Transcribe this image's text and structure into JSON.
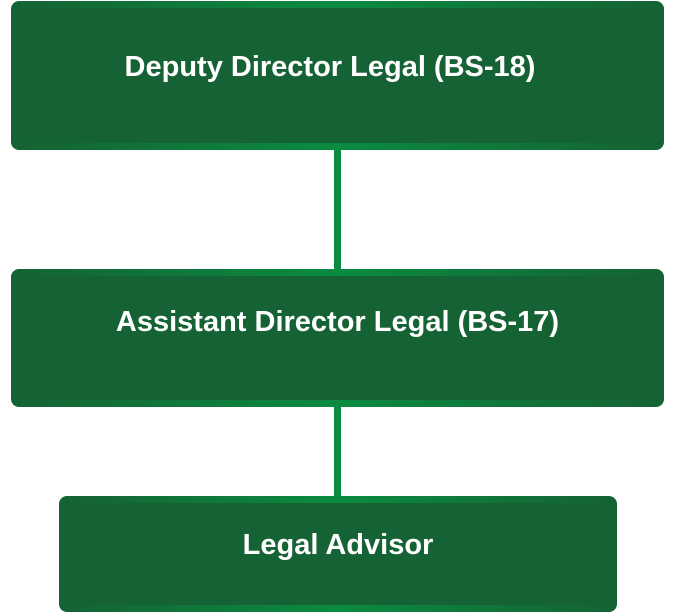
{
  "colors": {
    "box_fill": "#156234",
    "connector": "#0a8d42",
    "text": "#ffffff",
    "background": "#ffffff"
  },
  "org_chart": {
    "nodes": [
      {
        "label": "Deputy Director Legal (BS-18)"
      },
      {
        "label": "Assistant Director Legal (BS-17)"
      },
      {
        "label": "Legal Advisor"
      }
    ],
    "edges": [
      {
        "from": 0,
        "to": 1
      },
      {
        "from": 1,
        "to": 2
      }
    ]
  }
}
